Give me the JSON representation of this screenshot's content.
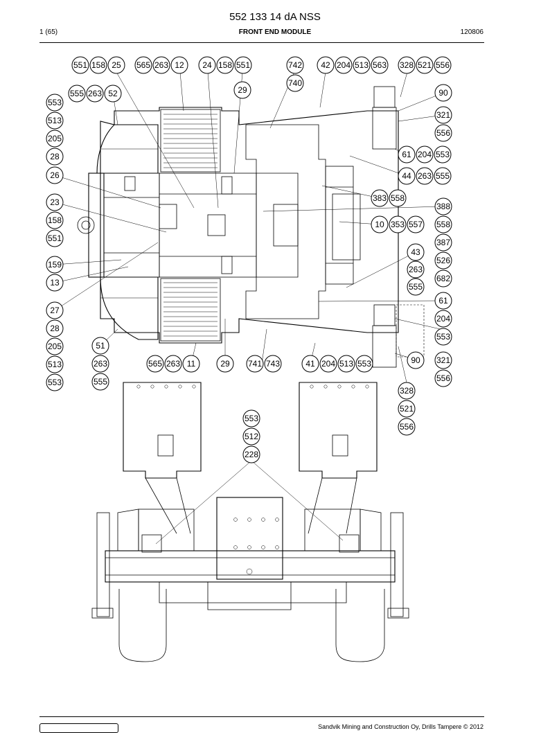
{
  "header": {
    "title": "552 133 14 dA NSS",
    "page": "1 (65)",
    "module": "FRONT END MODULE",
    "doc_date": "120806"
  },
  "footer": {
    "copyright": "Sandvik Mining and Construction Oy, Drills Tampere © 2012"
  },
  "callouts": {
    "top_row": [
      "551",
      "158",
      "25",
      "565",
      "263",
      "12",
      "24",
      "158",
      "551",
      "742",
      "42",
      "204",
      "513",
      "563",
      "328",
      "521",
      "556"
    ],
    "mid": [
      "740",
      "29",
      "555",
      "263",
      "52",
      "90",
      "321",
      "556",
      "61",
      "204",
      "553",
      "44",
      "263",
      "555",
      "383",
      "558",
      "388",
      "10",
      "353",
      "557",
      "558",
      "387",
      "43",
      "526",
      "263",
      "682",
      "555",
      "61",
      "204",
      "553",
      "90",
      "321",
      "556",
      "328",
      "521",
      "556"
    ],
    "left_col_upper": [
      "553",
      "513",
      "205",
      "28",
      "26",
      "23",
      "158",
      "551",
      "159",
      "13"
    ],
    "left_col_lower": [
      "27",
      "28",
      "205",
      "513",
      "553",
      "51",
      "263",
      "555"
    ],
    "bottom_row": [
      "565",
      "263",
      "11",
      "29",
      "741",
      "743",
      "41",
      "204",
      "513",
      "553"
    ],
    "lower_view": [
      "553",
      "512",
      "228"
    ]
  }
}
